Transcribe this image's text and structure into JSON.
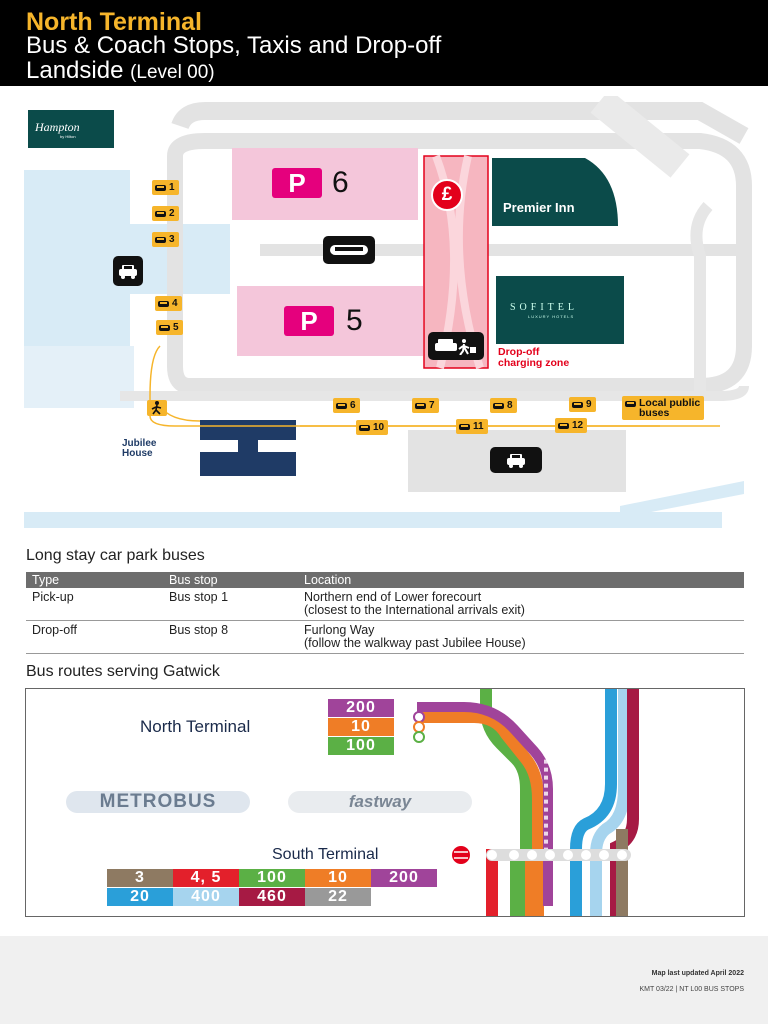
{
  "header": {
    "title": "North Terminal",
    "subtitle_line1": "Bus & Coach Stops, Taxis and Drop-off",
    "subtitle_line2": "Landside",
    "level": "(Level 00)"
  },
  "map": {
    "hotels": {
      "hampton": "Hampton",
      "hampton_sub": "by Hilton",
      "premier_inn": "Premier Inn",
      "sofitel": "SOFITEL",
      "sofitel_sub": "LUXURY HOTELS"
    },
    "car_parks": [
      {
        "letter": "P",
        "number": "6"
      },
      {
        "letter": "P",
        "number": "5"
      }
    ],
    "bus_stops": [
      "1",
      "2",
      "3",
      "4",
      "5",
      "6",
      "7",
      "8",
      "9",
      "10",
      "11",
      "12"
    ],
    "labels": {
      "jubilee_line1": "Jubilee",
      "jubilee_line2": "House",
      "dropoff_line1": "Drop-off",
      "dropoff_line2": "charging zone",
      "local_line1": "Local public",
      "local_line2": "buses",
      "pound": "£"
    },
    "icons": [
      "taxi-icon",
      "shuttle-icon",
      "pound-icon",
      "car-icon",
      "walk-icon"
    ],
    "colors": {
      "stop": "#f6b52b",
      "parking": "#f4c6da",
      "parking_p": "#e5007d",
      "dropoff": "#e3001b",
      "hotel": "#0b4b4a"
    }
  },
  "carpark_buses": {
    "title": "Long stay car park buses",
    "headers": [
      "Type",
      "Bus stop",
      "Location"
    ],
    "rows": [
      {
        "type": "Pick-up",
        "stop": "Bus stop 1",
        "loc1": "Northern end of Lower forecourt",
        "loc2": "(closest to the International arrivals exit)"
      },
      {
        "type": "Drop-off",
        "stop": "Bus stop 8",
        "loc1": "Furlong Way",
        "loc2": "(follow the walkway past Jubilee House)"
      }
    ]
  },
  "routes": {
    "title": "Bus routes serving Gatwick",
    "north_terminal": "North Terminal",
    "south_terminal": "South Terminal",
    "north_routes": [
      {
        "num": "200",
        "color": "#a0449a"
      },
      {
        "num": "10",
        "color": "#ef7d26"
      },
      {
        "num": "100",
        "color": "#5bb045"
      }
    ],
    "south_routes_row1": [
      {
        "num": "3",
        "color": "#8e7a62"
      },
      {
        "num": "4, 5",
        "color": "#e3202b"
      },
      {
        "num": "100",
        "color": "#5bb045"
      },
      {
        "num": "10",
        "color": "#ef7d26"
      },
      {
        "num": "200",
        "color": "#a0449a"
      }
    ],
    "south_routes_row2": [
      {
        "num": "20",
        "color": "#2a9fd9"
      },
      {
        "num": "400",
        "color": "#a6d4ee"
      },
      {
        "num": "460",
        "color": "#a61a44"
      },
      {
        "num": "22",
        "color": "#999999"
      }
    ],
    "metrobus": "METROBUS",
    "fastway": "fastway"
  },
  "footer": {
    "updated": "Map last updated April 2022",
    "code": "KMT 03/22 | NT L00 BUS STOPS"
  }
}
